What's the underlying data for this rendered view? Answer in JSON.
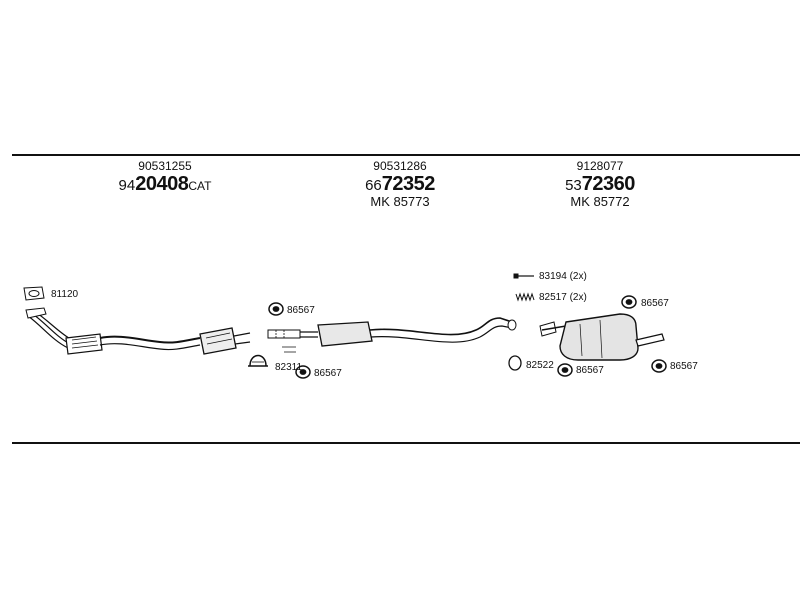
{
  "columns": [
    {
      "part_no": "90531255",
      "main_prefix": "94",
      "main_number": "20408",
      "main_suffix": "CAT",
      "mk": ""
    },
    {
      "part_no": "90531286",
      "main_prefix": "66",
      "main_number": "72352",
      "main_suffix": "",
      "mk": "MK  85773"
    },
    {
      "part_no": "9128077",
      "main_prefix": "53",
      "main_number": "72360",
      "main_suffix": "",
      "mk": "MK  85772"
    }
  ],
  "labels": {
    "gasket_front": "81120",
    "clamp_mid_top": "86567",
    "clamp_mid_left": "82311",
    "clamp_mid_bottom": "86567",
    "bolt": "83194 (2x)",
    "spring": "82517 (2x)",
    "ring": "82522",
    "hanger_rear_bottom": "86567",
    "hanger_rear_top": "86567",
    "hanger_rear_right": "86567"
  }
}
